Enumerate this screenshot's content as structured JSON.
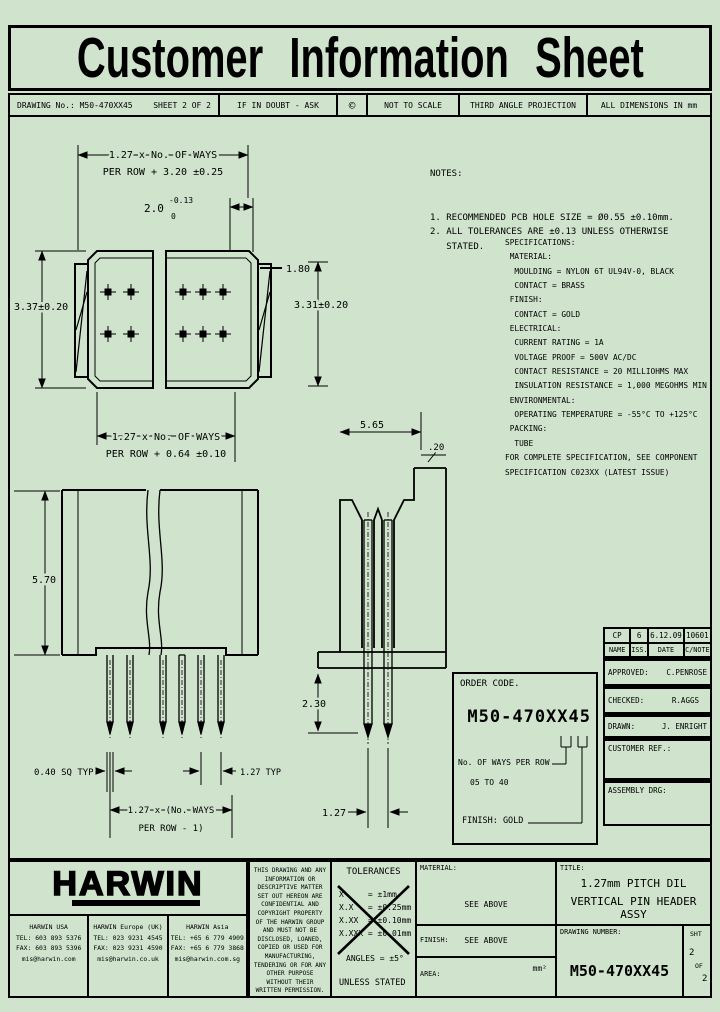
{
  "colors": {
    "bg": "#cfe3cd",
    "ink": "#000000"
  },
  "title_banner": "Customer Information Sheet",
  "header_strip": {
    "drawing_no": "DRAWING No.: M50-470XX45",
    "sheet": "SHEET 2 OF 2",
    "doubt": "IF IN DOUBT - ASK",
    "copyright": "©",
    "scale": "NOT TO SCALE",
    "projection": "THIRD ANGLE PROJECTION",
    "units": "ALL DIMENSIONS IN mm"
  },
  "notes": {
    "heading": "NOTES:",
    "lines": [
      "1. RECOMMENDED PCB HOLE SIZE = Ø0.55 ±0.10mm.",
      "2. ALL TOLERANCES ARE ±0.13 UNLESS OTHERWISE",
      "   STATED."
    ]
  },
  "specifications": {
    "lines": [
      "SPECIFICATIONS:",
      " MATERIAL:",
      "  MOULDING = NYLON 6T UL94V-0, BLACK",
      "  CONTACT = BRASS",
      " FINISH:",
      "  CONTACT = GOLD",
      " ELECTRICAL:",
      "  CURRENT RATING = 1A",
      "  VOLTAGE PROOF = 500V AC/DC",
      "  CONTACT RESISTANCE = 20 MILLIOHMS MAX",
      "  INSULATION RESISTANCE = 1,000 MEGOHMS MIN",
      " ENVIRONMENTAL:",
      "  OPERATING TEMPERATURE = -55°C TO +125°C",
      " PACKING:",
      "  TUBE",
      "FOR COMPLETE SPECIFICATION, SEE COMPONENT",
      "SPECIFICATION C023XX (LATEST ISSUE)"
    ]
  },
  "dimensions": {
    "top_span_1": "1.27 x No. OF WAYS",
    "top_span_2": "PER ROW + 3.20 ±0.25",
    "depth_base": "2.0",
    "depth_tol_upper": "-0.13",
    "depth_tol_lower": "0",
    "pin_offset": "1.80",
    "body_height": "3.37±0.20",
    "pin_row_height": "3.31±0.20",
    "inner_span_1": "1.27 x No. OF WAYS",
    "inner_span_2": "PER ROW + 0.64 ±0.10",
    "side_width": "5.65",
    "step": ".20",
    "front_height": "5.70",
    "tail_length": "2.30",
    "pin_square": "0.40 SQ TYP",
    "pitch_typ": "1.27 TYP",
    "pin_span_1": "1.27 x (No. WAYS",
    "pin_span_2": "PER ROW - 1)",
    "pitch": "1.27"
  },
  "order_code": {
    "heading": "ORDER CODE.",
    "code": "M50-470XX45",
    "ways_label": "No. OF WAYS PER ROW",
    "ways_range": "05 TO 40",
    "finish": "FINISH: GOLD"
  },
  "revision_table": {
    "r1": [
      "CP",
      "6",
      "6.12.09",
      "10601"
    ],
    "r2": [
      "NAME",
      "ISS.",
      "DATE",
      "C/NOTE"
    ],
    "approved_label": "APPROVED:",
    "approved": "C.PENROSE",
    "checked_label": "CHECKED:",
    "checked": "R.AGGS",
    "drawn_label": "DRAWN:",
    "drawn": "J. ENRIGHT",
    "customer_ref_label": "CUSTOMER REF.:",
    "assembly_drg_label": "ASSEMBLY DRG:"
  },
  "footer": {
    "logo": "HARWIN",
    "offices": [
      {
        "name": "HARWIN USA",
        "tel": "TEL: 603 893 5376",
        "fax": "FAX: 603 893 5396",
        "email": "mis@harwin.com"
      },
      {
        "name": "HARWIN Europe (UK)",
        "tel": "TEL: 023 9231 4545",
        "fax": "FAX: 023 9231 4590",
        "email": "mis@harwin.co.uk"
      },
      {
        "name": "HARWIN Asia",
        "tel": "TEL: +65 6 779 4909",
        "fax": "FAX: +65 6 779 3868",
        "email": "mis@harwin.com.sg"
      }
    ],
    "disclaimer": "THIS DRAWING AND ANY INFORMATION OR DESCRIPTIVE MATTER SET OUT HEREON ARE CONFIDENTIAL AND COPYRIGHT PROPERTY OF THE HARWIN GROUP AND MUST NOT BE DISCLOSED, LOANED, COPIED OR USED FOR MANUFACTURING, TENDERING OR FOR ANY OTHER PURPOSE WITHOUT THEIR WRITTEN PERMISSION.",
    "tolerances": {
      "heading": "TOLERANCES",
      "rows": [
        "X     = ±1mm",
        "X.X   = ±0.25mm",
        "X.XX  = ±0.10mm",
        "X.XXX = ±0.01mm"
      ],
      "angles": "ANGLES = ±5°",
      "unless": "UNLESS STATED"
    },
    "material_label": "MATERIAL:",
    "material": "SEE ABOVE",
    "finish_label": "FINISH:",
    "finish": "SEE ABOVE",
    "area_label": "AREA:",
    "area_unit": "mm²",
    "title_label": "TITLE:",
    "title_line1": "1.27mm PITCH DIL",
    "title_line2": "VERTICAL PIN HEADER ASSY",
    "drawing_number_label": "DRAWING NUMBER:",
    "drawing_number": "M50-470XX45",
    "sht_label": "SHT",
    "sht_num": "2",
    "sht_of": "OF",
    "sht_total": "2"
  }
}
